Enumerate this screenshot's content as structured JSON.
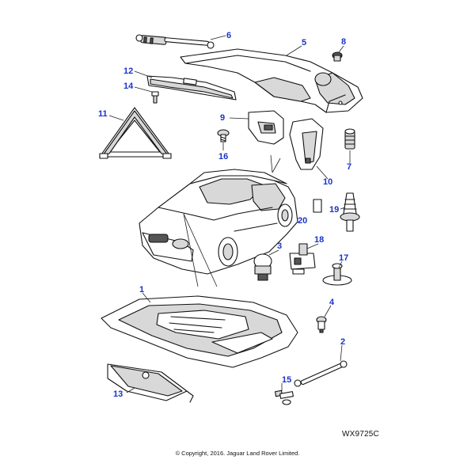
{
  "diagram": {
    "reference_code": "WX9725C",
    "copyright": "© Copyright, 2016. Jaguar Land Rover Limited.",
    "callouts": [
      {
        "id": "c1",
        "number": "1"
      },
      {
        "id": "c2",
        "number": "2"
      },
      {
        "id": "c3",
        "number": "3"
      },
      {
        "id": "c4",
        "number": "4"
      },
      {
        "id": "c5",
        "number": "5"
      },
      {
        "id": "c6",
        "number": "6"
      },
      {
        "id": "c7",
        "number": "7"
      },
      {
        "id": "c8",
        "number": "8"
      },
      {
        "id": "c9",
        "number": "9"
      },
      {
        "id": "c10",
        "number": "10"
      },
      {
        "id": "c11",
        "number": "11"
      },
      {
        "id": "c12",
        "number": "12"
      },
      {
        "id": "c13",
        "number": "13"
      },
      {
        "id": "c14",
        "number": "14"
      },
      {
        "id": "c15",
        "number": "15"
      },
      {
        "id": "c16",
        "number": "16"
      },
      {
        "id": "c17",
        "number": "17"
      },
      {
        "id": "c18",
        "number": "18"
      },
      {
        "id": "c19",
        "number": "19"
      },
      {
        "id": "c20",
        "number": "20"
      }
    ],
    "colors": {
      "callout_text": "#1a33c9",
      "line_art": "#111111",
      "background": "#ffffff"
    }
  }
}
